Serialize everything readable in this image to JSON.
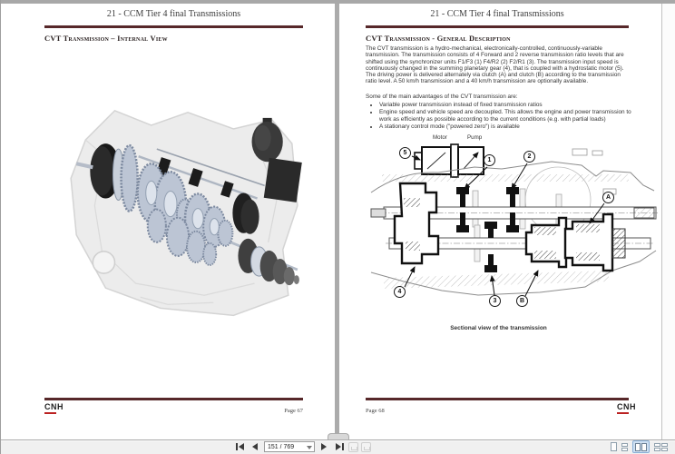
{
  "viewer": {
    "toolbar": {
      "page_indicator": "151 / 769"
    }
  },
  "left_page": {
    "header": "21 - CCM Tier 4 final Transmissions",
    "section_title": "CVT Transmission – Internal View",
    "logo": "CNH",
    "footer_page": "Page 67"
  },
  "right_page": {
    "header": "21 - CCM Tier 4 final Transmissions",
    "section_title": "CVT Transmission - General Description",
    "paragraph": "The CVT transmission is a hydro-mechanical, electronically-controlled, continuously-variable transmission. The transmission consists of 4 Forward and 2 reverse transmission ratio levels that are shifted using the synchronizer units F1/F3 (1) F4/R2 (2) F2/R1 (3). The transmission input speed is continuously changed in the summing planetary gear (4), that is coupled with a hydrostatic motor (5). The driving power is delivered alternately via clutch (A) and clutch (B) according to the transmission ratio level. A 50 km/h transmission and a 40 km/h transmission are optionally available.",
    "advantages_intro": "Some of the main advantages of the CVT transmission are:",
    "bullets": [
      "Variable power transmission instead of fixed transmission ratios",
      "Engine speed and vehicle speed are decoupled. This allows the engine and power transmission to work as efficiently as possible according to the current conditions (e.g. with partial loads)",
      "A stationary control mode (\"powered zero\") is available"
    ],
    "diagram": {
      "motor_label": "Motor",
      "pump_label": "Pump",
      "callouts": [
        "5",
        "1",
        "2",
        "A",
        "4",
        "3",
        "B"
      ],
      "caption": "Sectional view of the transmission"
    },
    "footer_page": "Page 68",
    "logo": "CNH"
  }
}
